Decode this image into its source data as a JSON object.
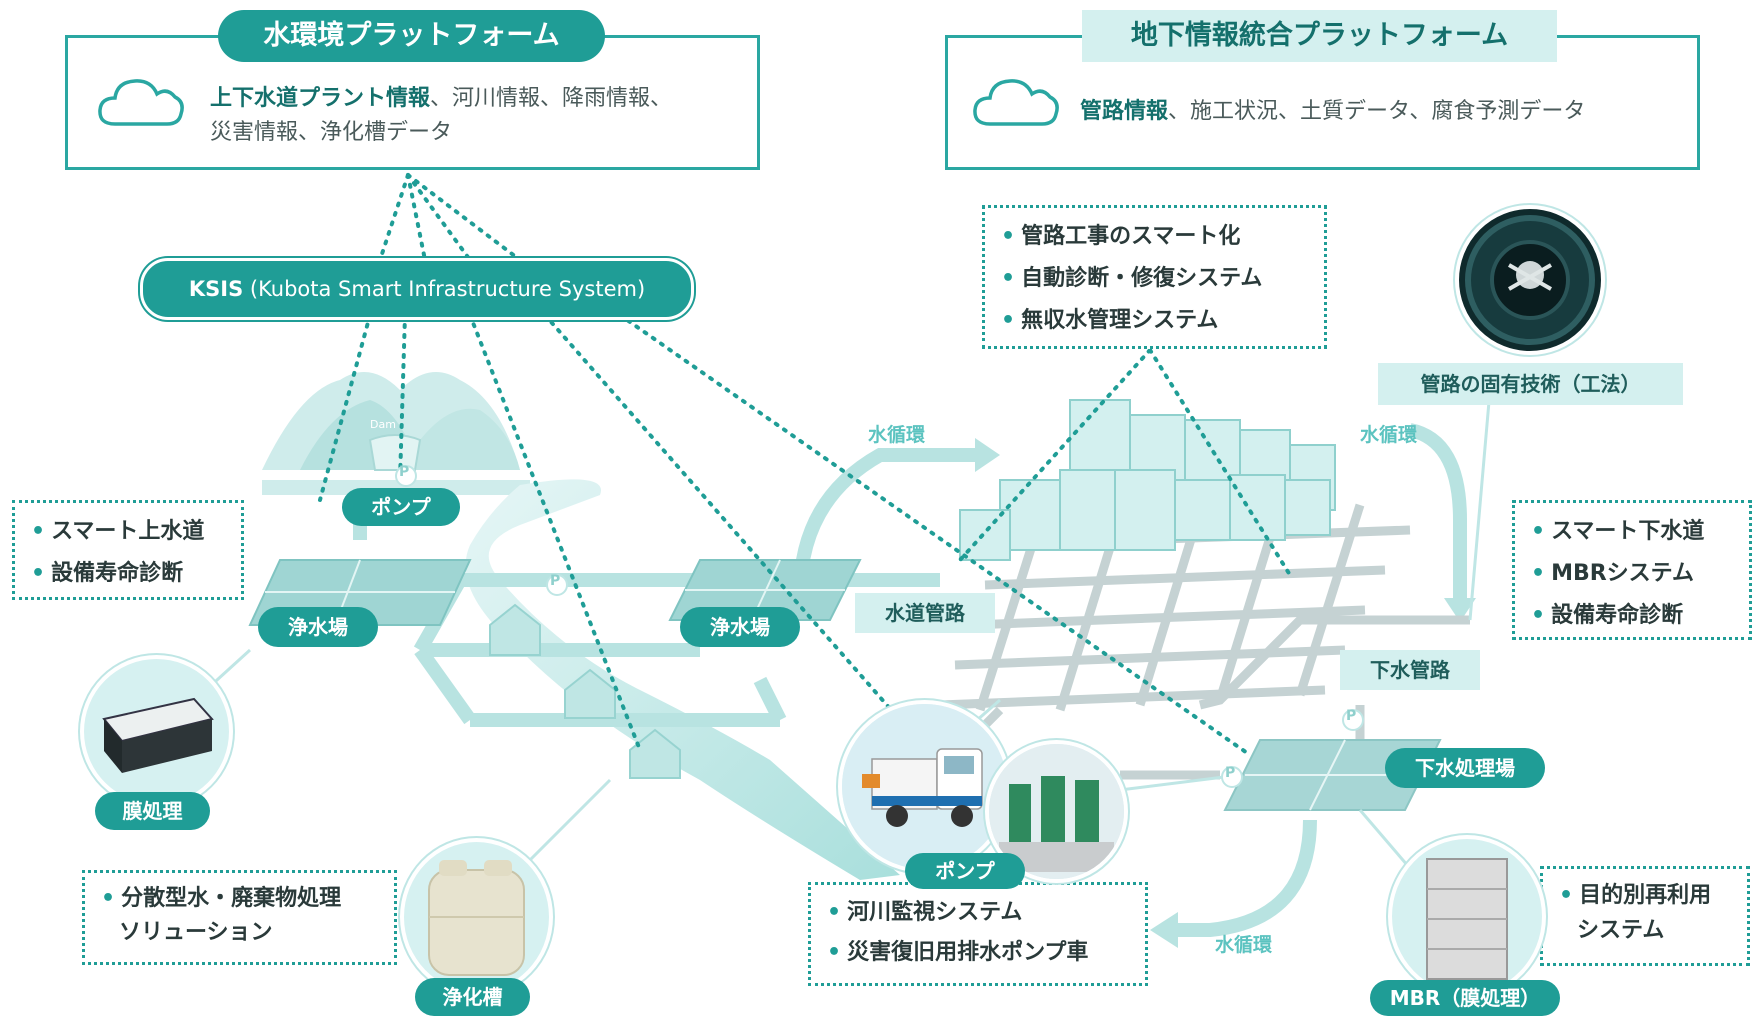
{
  "water_platform": {
    "title": "水環境プラットフォーム",
    "line1_bold": "上下水道プラント情報",
    "line1_rest": "、河川情報、降雨情報、",
    "line2": "災害情報、浄化槽データ"
  },
  "underground_platform": {
    "title": "地下情報統合プラットフォーム",
    "bold": "管路情報",
    "rest": "、施工状況、土質データ、腐食予測データ"
  },
  "ksis": {
    "bold": "KSIS",
    "rest": " (Kubota Smart Infrastructure System)"
  },
  "center_box": {
    "items": [
      "管路工事のスマート化",
      "自動診断・修復システム",
      "無収水管理システム"
    ]
  },
  "left_box": {
    "items": [
      "スマート上水道",
      "設備寿命診断"
    ]
  },
  "right_box": {
    "items": [
      "スマート下水道",
      "MBRシステム",
      "設備寿命診断"
    ]
  },
  "decentral_box": {
    "line1": "分散型水・廃棄物処理",
    "line2": "ソリューション"
  },
  "river_box": {
    "items": [
      "河川監視システム",
      "災害復旧用排水ポンプ車"
    ]
  },
  "reuse_box": {
    "line1": "目的別再利用",
    "line2": "システム"
  },
  "labels": {
    "pump_top": "ポンプ",
    "purif1": "浄水場",
    "purif2": "浄水場",
    "membrane": "膜処理",
    "septic": "浄化槽",
    "pump_bottom": "ポンプ",
    "sewage_plant": "下水処理場",
    "mbr": "MBR（膜処理）",
    "water_pipe": "水道管路",
    "sewer_pipe": "下水管路",
    "pipe_tech": "管路の固有技術（工法）",
    "cycle1": "水循環",
    "cycle2": "水循環",
    "cycle3": "水循環",
    "dam": "Dam",
    "p": "P",
    "bullet": "•"
  },
  "colors": {
    "teal": "#1f9d96",
    "teal_light": "#d4f0ef",
    "pipe": "#b8e3e1",
    "grid": "#c5d2d3"
  },
  "icons": [
    "cloud-icon",
    "cloud-icon",
    "house-icon",
    "dam-icon",
    "pump-truck-icon",
    "pump-station-icon",
    "membrane-module-icon",
    "septic-tank-icon",
    "mbr-unit-icon",
    "pipe-robot-icon"
  ]
}
